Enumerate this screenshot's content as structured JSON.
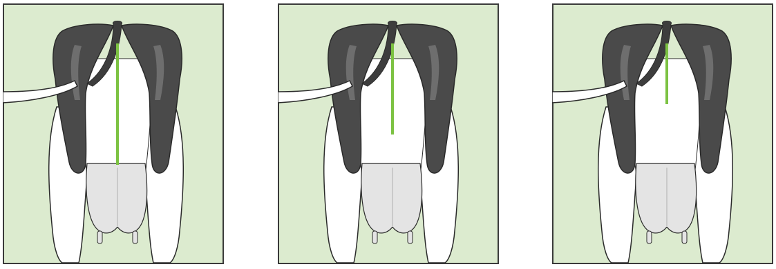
{
  "colors": {
    "background": "#dcebcf",
    "frame": "#3a3a3a",
    "black_patch": "#4a4a4a",
    "black_patch_highlight": "#6e6e6e",
    "white_body": "#ffffff",
    "udder": "#e4e4e4",
    "outline": "#2a2a2a",
    "tube": "#ffffff",
    "indicator_line": "#7cc242"
  },
  "panels": [
    {
      "id": "panel-0",
      "icon": "cow-rear-view-icon",
      "indicator_level": 1.0
    },
    {
      "id": "panel-1",
      "icon": "cow-rear-view-icon",
      "indicator_level": 0.75
    },
    {
      "id": "panel-2",
      "icon": "cow-rear-view-icon",
      "indicator_level": 0.5
    }
  ]
}
